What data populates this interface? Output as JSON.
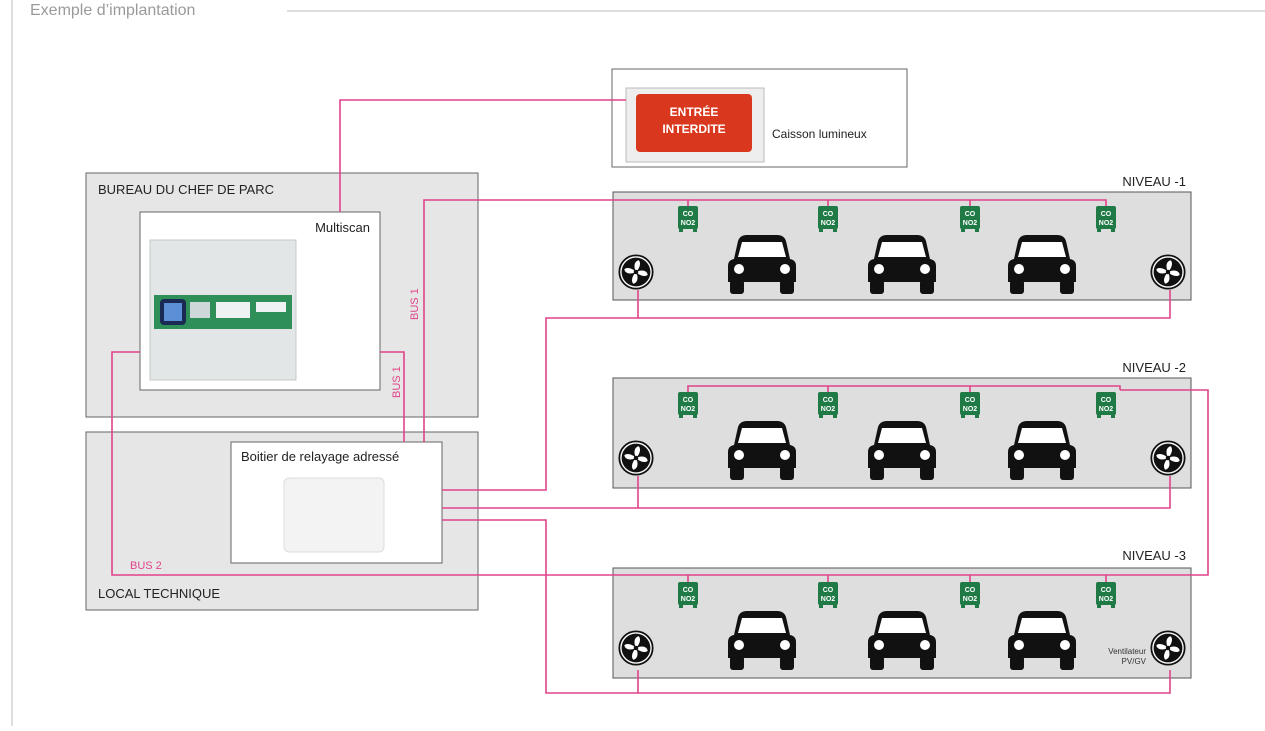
{
  "section_title": "Exemple d’implantation",
  "colors": {
    "bus": "#e0448a",
    "room_fill": "#e6e6e6",
    "level_fill": "#dedede",
    "sensor": "#1f7a46",
    "sign_red": "#d9381e"
  },
  "rooms": {
    "office_label": "BUREAU DU CHEF DE PARC",
    "technical_label": "LOCAL TECHNIQUE"
  },
  "devices": {
    "multiscan_label": "Multiscan",
    "relay_box_label": "Boitier de relayage adressé",
    "sign_line1": "ENTRÉE",
    "sign_line2": "INTERDITE",
    "sign_caption": "Caisson lumineux"
  },
  "buses": {
    "bus1_vertical": "BUS 1",
    "bus1_short": "BUS 1",
    "bus2": "BUS 2"
  },
  "levels": [
    {
      "label": "NIVEAU -1",
      "has_caption": false
    },
    {
      "label": "NIVEAU -2",
      "has_caption": false
    },
    {
      "label": "NIVEAU -3",
      "has_caption": true
    }
  ],
  "sensor": {
    "line1": "CO",
    "line2": "NO2"
  },
  "fan_caption": {
    "line1": "Ventilateur",
    "line2": "PV/GV"
  },
  "icons": [
    "car-icon",
    "fan-icon",
    "sensor-icon",
    "sign-icon",
    "controller-icon"
  ]
}
